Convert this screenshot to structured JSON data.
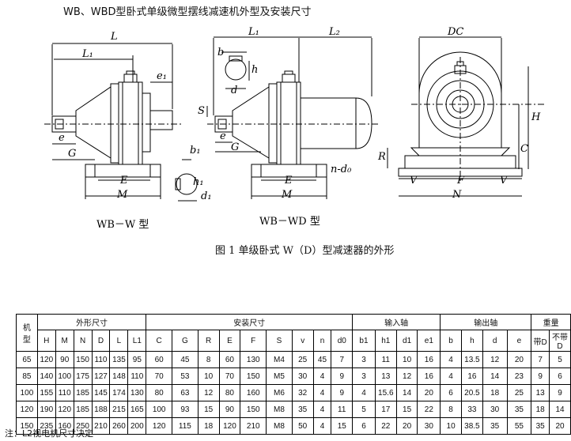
{
  "title": "WB、WBD型卧式单级微型摆线减速机外型及安装尺寸",
  "caption": "图 1 单级卧式 W（D）型减速器的外形",
  "footnote": "注：L2视电机尺寸决定",
  "drawing": {
    "model_labels": [
      "WB－W 型",
      "WB－WD 型"
    ],
    "dims": {
      "L": "L",
      "L1": "L₁",
      "L2": "L₂",
      "e1": "e₁",
      "e": "e",
      "G": "G",
      "E": "E",
      "M": "M",
      "S": "S",
      "b": "b",
      "h": "h",
      "d": "d",
      "b1": "b₁",
      "h1": "h₁",
      "d1": "d₁",
      "nd0": "n-d₀",
      "DC": "DC",
      "H": "H",
      "C": "C",
      "R": "R",
      "V": "V",
      "F": "F",
      "N": "N"
    }
  },
  "table": {
    "group_headers": [
      "机型",
      "外形尺寸",
      "安装尺寸",
      "输入轴",
      "输出轴",
      "重量"
    ],
    "machine_label": [
      "机",
      "型"
    ],
    "columns": [
      "H",
      "M",
      "N",
      "D",
      "L",
      "L1",
      "C",
      "G",
      "R",
      "E",
      "F",
      "S",
      "v",
      "n",
      "d0",
      "b1",
      "h1",
      "d1",
      "e1",
      "b",
      "h",
      "d",
      "e",
      "带D",
      "不带D"
    ],
    "rows": [
      [
        "65",
        "120",
        "90",
        "150",
        "110",
        "135",
        "95",
        "60",
        "45",
        "8",
        "60",
        "130",
        "M4",
        "25",
        "45",
        "7",
        "3",
        "11",
        "10",
        "16",
        "4",
        "13.5",
        "12",
        "20",
        "7",
        "5"
      ],
      [
        "85",
        "140",
        "100",
        "175",
        "127",
        "148",
        "110",
        "70",
        "53",
        "10",
        "70",
        "150",
        "M5",
        "30",
        "4",
        "9",
        "3",
        "13",
        "12",
        "16",
        "4",
        "16",
        "14",
        "23",
        "9",
        "6"
      ],
      [
        "100",
        "155",
        "110",
        "185",
        "145",
        "174",
        "130",
        "80",
        "63",
        "12",
        "80",
        "160",
        "M6",
        "32",
        "4",
        "9",
        "4",
        "15.6",
        "14",
        "20",
        "6",
        "20.5",
        "18",
        "25",
        "13",
        "9"
      ],
      [
        "120",
        "190",
        "120",
        "185",
        "188",
        "215",
        "165",
        "100",
        "93",
        "15",
        "90",
        "150",
        "M8",
        "35",
        "4",
        "11",
        "5",
        "17",
        "15",
        "22",
        "8",
        "33",
        "30",
        "35",
        "18",
        "14"
      ],
      [
        "150",
        "235",
        "160",
        "250",
        "210",
        "260",
        "200",
        "120",
        "115",
        "18",
        "120",
        "210",
        "M8",
        "50",
        "4",
        "15",
        "6",
        "22",
        "20",
        "30",
        "10",
        "38.5",
        "35",
        "55",
        "35",
        "20"
      ]
    ]
  }
}
